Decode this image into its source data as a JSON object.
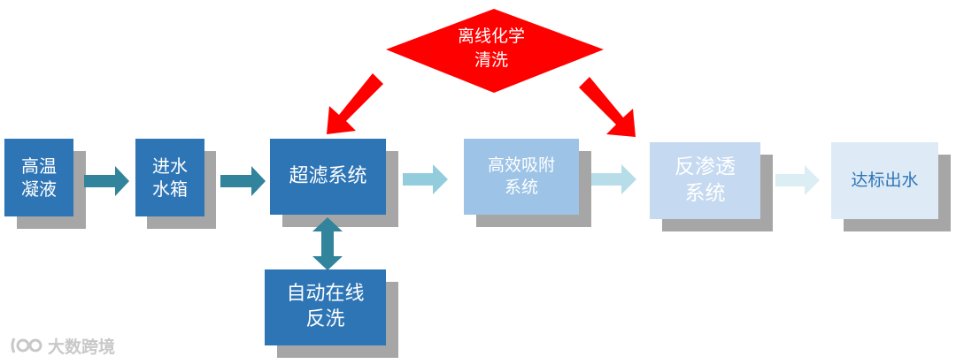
{
  "diagram": {
    "nodes": [
      {
        "id": "hot-condensate",
        "label": "高温\n凝液"
      },
      {
        "id": "feed-tank",
        "label": "进水\n水箱"
      },
      {
        "id": "ultrafiltration",
        "label": "超滤系统"
      },
      {
        "id": "adsorption",
        "label": "高效吸附\n系统"
      },
      {
        "id": "reverse-osmosis",
        "label": "反渗透\n系统"
      },
      {
        "id": "compliant-water",
        "label": "达标出水"
      },
      {
        "id": "online-backwash",
        "label": "自动在线\n反洗"
      },
      {
        "id": "offline-cleaning",
        "label": "离线化学\n清洗"
      }
    ],
    "edges": [
      {
        "from": "hot-condensate",
        "to": "feed-tank"
      },
      {
        "from": "feed-tank",
        "to": "ultrafiltration"
      },
      {
        "from": "ultrafiltration",
        "to": "adsorption"
      },
      {
        "from": "adsorption",
        "to": "reverse-osmosis"
      },
      {
        "from": "reverse-osmosis",
        "to": "compliant-water"
      },
      {
        "from": "ultrafiltration",
        "to": "online-backwash",
        "bidirectional": true
      },
      {
        "from": "offline-cleaning",
        "to": "ultrafiltration"
      },
      {
        "from": "offline-cleaning",
        "to": "reverse-osmosis"
      }
    ]
  },
  "watermark": {
    "text": "大数跨境"
  },
  "colors": {
    "dark_blue": "#2e75b6",
    "mid_blue": "#9dc3e6",
    "light_blue": "#c5d9f0",
    "pale_blue": "#deebf7",
    "red": "#ff0000",
    "shadow": "#a6a6a6"
  }
}
